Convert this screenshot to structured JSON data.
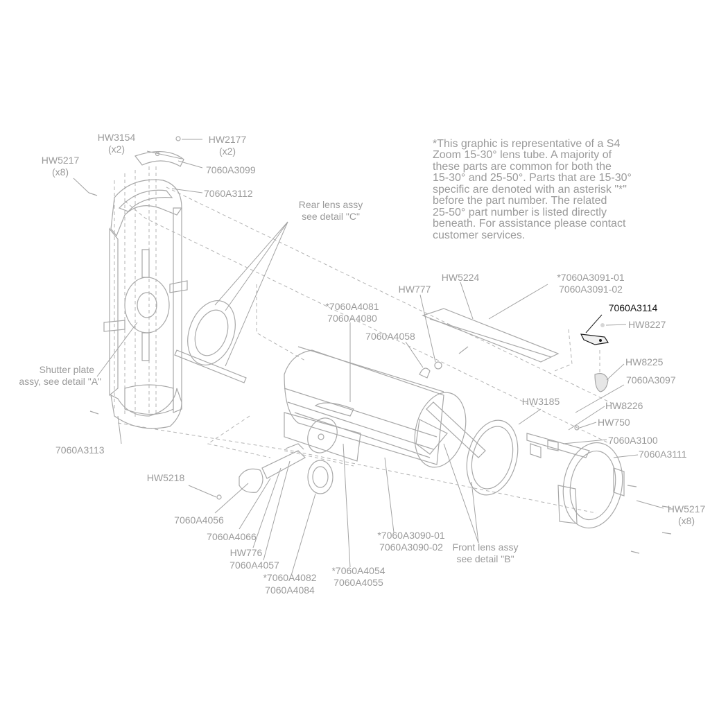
{
  "note": {
    "lines": [
      "*This graphic is representative of a S4",
      "Zoom 15-30° lens tube. A majority of",
      "these parts are common for both the",
      "15-30° and 25-50°. Parts that are 15-30°",
      "specific are denoted with an asterisk \"*\"",
      "before the part number. The related",
      "25-50° part number is listed directly",
      "beneath.  For assistance please contact",
      "customer services."
    ]
  },
  "labels": {
    "hw3154": "HW3154",
    "hw3154_qty": "(x2)",
    "hw2177": "HW2177",
    "hw2177_qty": "(x2)",
    "hw5217_left": "HW5217",
    "hw5217_left_qty": "(x8)",
    "a3099": "7060A3099",
    "a3112": "7060A3112",
    "rear_lens_1": "Rear lens assy",
    "rear_lens_2": "see detail \"C\"",
    "shutter_1": "Shutter plate",
    "shutter_2": "assy, see detail \"A\"",
    "a3113": "7060A3113",
    "hw5224": "HW5224",
    "a3091_01": "*7060A3091-01",
    "a3091_02": "7060A3091-02",
    "hw777": "HW777",
    "a4081": "*7060A4081",
    "a4080": "7060A4080",
    "a4058": "7060A4058",
    "a3114": "7060A3114",
    "hw8227": "HW8227",
    "hw8225": "HW8225",
    "a3097": "7060A3097",
    "hw3185": "HW3185",
    "hw8226": "HW8226",
    "hw750": "HW750",
    "a3100": "7060A3100",
    "a3111": "7060A3111",
    "hw5217_right": "HW5217",
    "hw5217_right_qty": "(x8)",
    "hw5218": "HW5218",
    "a4056": "7060A4056",
    "a4066": "7060A4066",
    "hw776": "HW776",
    "a4057": "7060A4057",
    "a4082": "*7060A4082",
    "a4084": "7060A4084",
    "a4054": "*7060A4054",
    "a4055": "7060A4055",
    "a3090_01": "*7060A3090-01",
    "a3090_02": "7060A3090-02",
    "front_lens_1": "Front lens assy",
    "front_lens_2": "see detail \"B\""
  }
}
